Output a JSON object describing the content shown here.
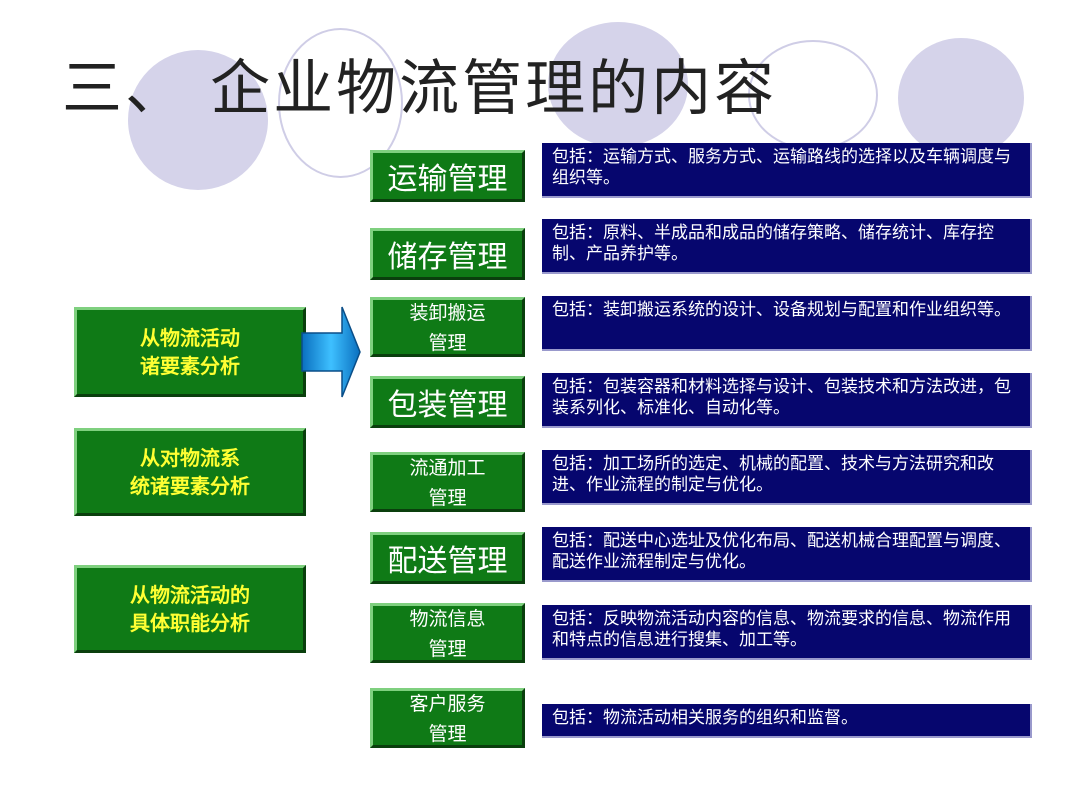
{
  "title": "三、 企业物流管理的内容",
  "left_boxes": [
    {
      "label": "从物流活动\n诸要素分析"
    },
    {
      "label": "从对物流系\n统诸要素分析"
    },
    {
      "label": "从物流活动的\n具体职能分析"
    }
  ],
  "items": [
    {
      "name": "运输管理",
      "desc": "包括：运输方式、服务方式、运输路线的选择以及车辆调度与组织等。"
    },
    {
      "name": "储存管理",
      "desc": "包括：原料、半成品和成品的储存策略、储存统计、库存控制、产品养护等。"
    },
    {
      "name": "装卸搬运\n管理",
      "desc": "包括：装卸搬运系统的设计、设备规划与配置和作业组织等。"
    },
    {
      "name": "包装管理",
      "desc": "包括：包装容器和材料选择与设计、包装技术和方法改进，包装系列化、标准化、自动化等。"
    },
    {
      "name": "流通加工\n管理",
      "desc": "包括：加工场所的选定、机械的配置、技术与方法研究和改进、作业流程的制定与优化。"
    },
    {
      "name": "配送管理",
      "desc": "包括：配送中心选址及优化布局、配送机械合理配置与调度、配送作业流程制定与优化。"
    },
    {
      "name": "物流信息\n管理",
      "desc": "包括：反映物流活动内容的信息、物流要求的信息、物流作用和特点的信息进行搜集、加工等。"
    },
    {
      "name": "客户服务\n管理",
      "desc": "包括：物流活动相关服务的组织和监督。"
    }
  ],
  "colors": {
    "green": "#0f7a16",
    "navy": "#06066e",
    "yellow": "#ffff33",
    "arrow": "#1e9be0"
  }
}
